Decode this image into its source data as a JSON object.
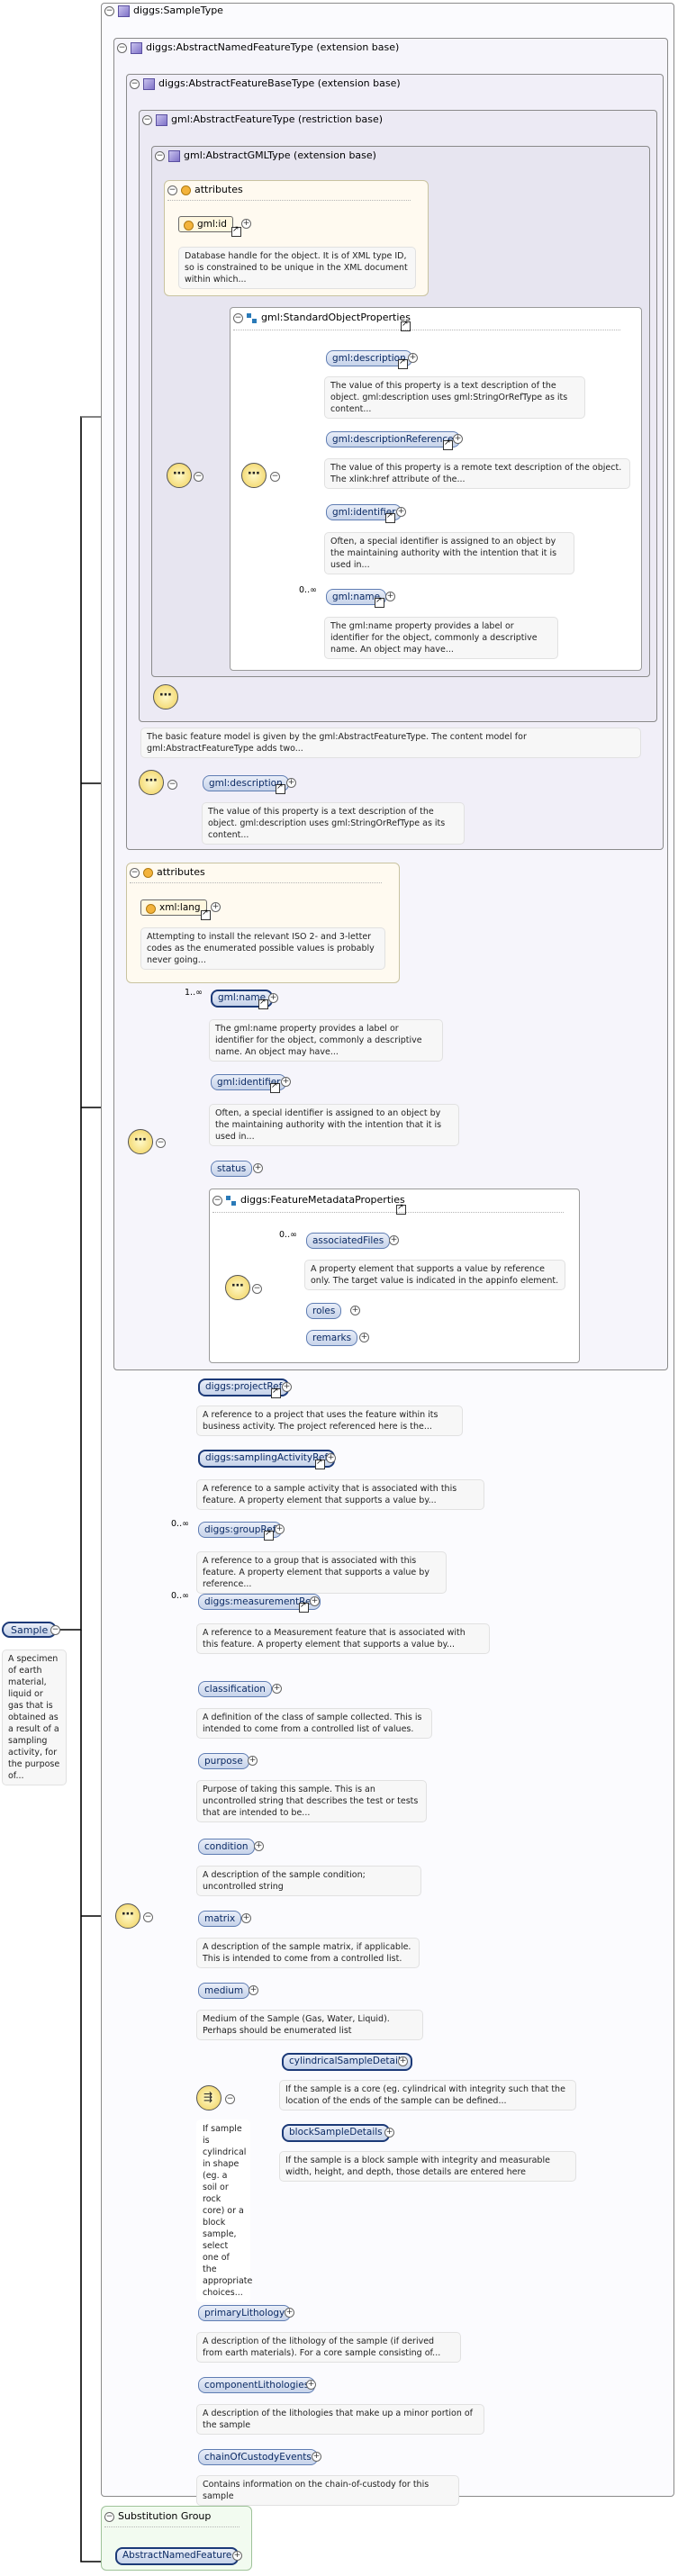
{
  "root": {
    "name": "Sample",
    "doc": "A specimen of earth material, liquid or gas that is obtained as a result of a sampling activity, for the purpose of..."
  },
  "types": {
    "sampleType": "diggs:SampleType",
    "abstractNamedFeatureType": "diggs:AbstractNamedFeatureType (extension base)",
    "abstractFeatureBaseType": "diggs:AbstractFeatureBaseType (extension base)",
    "abstractFeatureType": "gml:AbstractFeatureType (restriction base)",
    "abstractGMLType": "gml:AbstractGMLType (extension base)"
  },
  "gmlAttributes": {
    "title": "attributes",
    "id_label": "gml:id",
    "id_doc": "Database handle for the object. It is of XML type ID, so is constrained to be unique in the XML document within which..."
  },
  "stdProps": {
    "title": "gml:StandardObjectProperties",
    "items": [
      {
        "label": "gml:description",
        "doc": "The value of this property is a text description of the object. gml:description uses gml:StringOrRefType as its content...",
        "mult": ""
      },
      {
        "label": "gml:descriptionReference",
        "doc": "The value of this property is a remote text description of the object. The xlink:href attribute of the...",
        "mult": ""
      },
      {
        "label": "gml:identifier",
        "doc": "Often, a special identifier is assigned to an object by the maintaining authority with the intention that it is used in...",
        "mult": ""
      },
      {
        "label": "gml:name",
        "doc": "The gml:name property provides a label or identifier for the object, commonly a descriptive name. An object may have...",
        "mult": "0..∞"
      }
    ]
  },
  "featureBaseDoc": "The basic feature model is given by the gml:AbstractFeatureType. The content model for gml:AbstractFeatureType adds two...",
  "featureBaseDesc": {
    "label": "gml:description",
    "doc": "The value of this property is a text description of the object. gml:description uses gml:StringOrRefType as its content..."
  },
  "xmlAttributes": {
    "title": "attributes",
    "lang_label": "xml:lang",
    "lang_doc": "Attempting to install the relevant ISO 2- and 3-letter codes as the enumerated possible values is probably never going..."
  },
  "named": {
    "items": [
      {
        "label": "gml:name",
        "doc": "The gml:name property provides a label or identifier for the object, commonly a descriptive name. An object may have...",
        "mult": "1..∞"
      },
      {
        "label": "gml:identifier",
        "doc": "Often, a special identifier is assigned to an object by the maintaining authority with the intention that it is used in...",
        "mult": ""
      },
      {
        "label": "status",
        "doc": "",
        "mult": ""
      }
    ],
    "metaTitle": "diggs:FeatureMetadataProperties",
    "metaItems": [
      {
        "label": "associatedFiles",
        "doc": "A property element that supports a value by reference only. The target value is indicated in the appinfo element.",
        "mult": "0..∞"
      },
      {
        "label": "roles",
        "doc": "",
        "mult": ""
      },
      {
        "label": "remarks",
        "doc": "",
        "mult": ""
      }
    ]
  },
  "sampleItems": [
    {
      "label": "diggs:projectRef",
      "doc": "A reference to a project that uses the feature within its business activity. The project referenced here is the...",
      "mult": ""
    },
    {
      "label": "diggs:samplingActivityRef",
      "doc": "A reference to a sample activity that is associated with this feature. A property element that supports a value by...",
      "mult": ""
    },
    {
      "label": "diggs:groupRef",
      "doc": "A reference to a group that is associated with this feature. A property element that supports a value by reference...",
      "mult": "0..∞"
    },
    {
      "label": "diggs:measurementRef",
      "doc": "A reference to a Measurement feature that is associated with this feature. A property element that supports a value by...",
      "mult": "0..∞"
    },
    {
      "label": "classification",
      "doc": "A definition of the class of sample collected. This is intended to come from a controlled list of values.",
      "mult": ""
    },
    {
      "label": "purpose",
      "doc": "Purpose of taking this sample. This is an uncontrolled string that describes the test or tests that are intended to be...",
      "mult": ""
    },
    {
      "label": "condition",
      "doc": "A description of the sample condition; uncontrolled string",
      "mult": ""
    },
    {
      "label": "matrix",
      "doc": "A description of the sample matrix, if applicable. This is intended to come from a controlled list.",
      "mult": ""
    },
    {
      "label": "medium",
      "doc": "Medium of the Sample (Gas, Water, Liquid). Perhaps should be enumerated list",
      "mult": ""
    }
  ],
  "choice": {
    "doc": "If sample is cylindrical in shape (eg. a soil or rock core) or a block sample, select one of the appropriate choices...",
    "items": [
      {
        "label": "cylindricalSampleDetails",
        "doc": "If the sample is a core (eg. cylindrical with integrity such that the location of the ends of the sample can be defined..."
      },
      {
        "label": "blockSampleDetails",
        "doc": "If the sample is a block sample with integrity and measurable width, height, and depth, those details are entered here"
      }
    ]
  },
  "sampleItems2": [
    {
      "label": "primaryLithology",
      "doc": "A description of the lithology of the sample (if derived from earth materials). For a core sample consisting of..."
    },
    {
      "label": "componentLithologies",
      "doc": "A description of the lithologies that make up a minor portion of the sample"
    },
    {
      "label": "chainOfCustodyEvents",
      "doc": "Contains information on the chain-of-custody for this sample"
    }
  ],
  "substitution": {
    "title": "Substitution Group",
    "item": "AbstractNamedFeature"
  }
}
